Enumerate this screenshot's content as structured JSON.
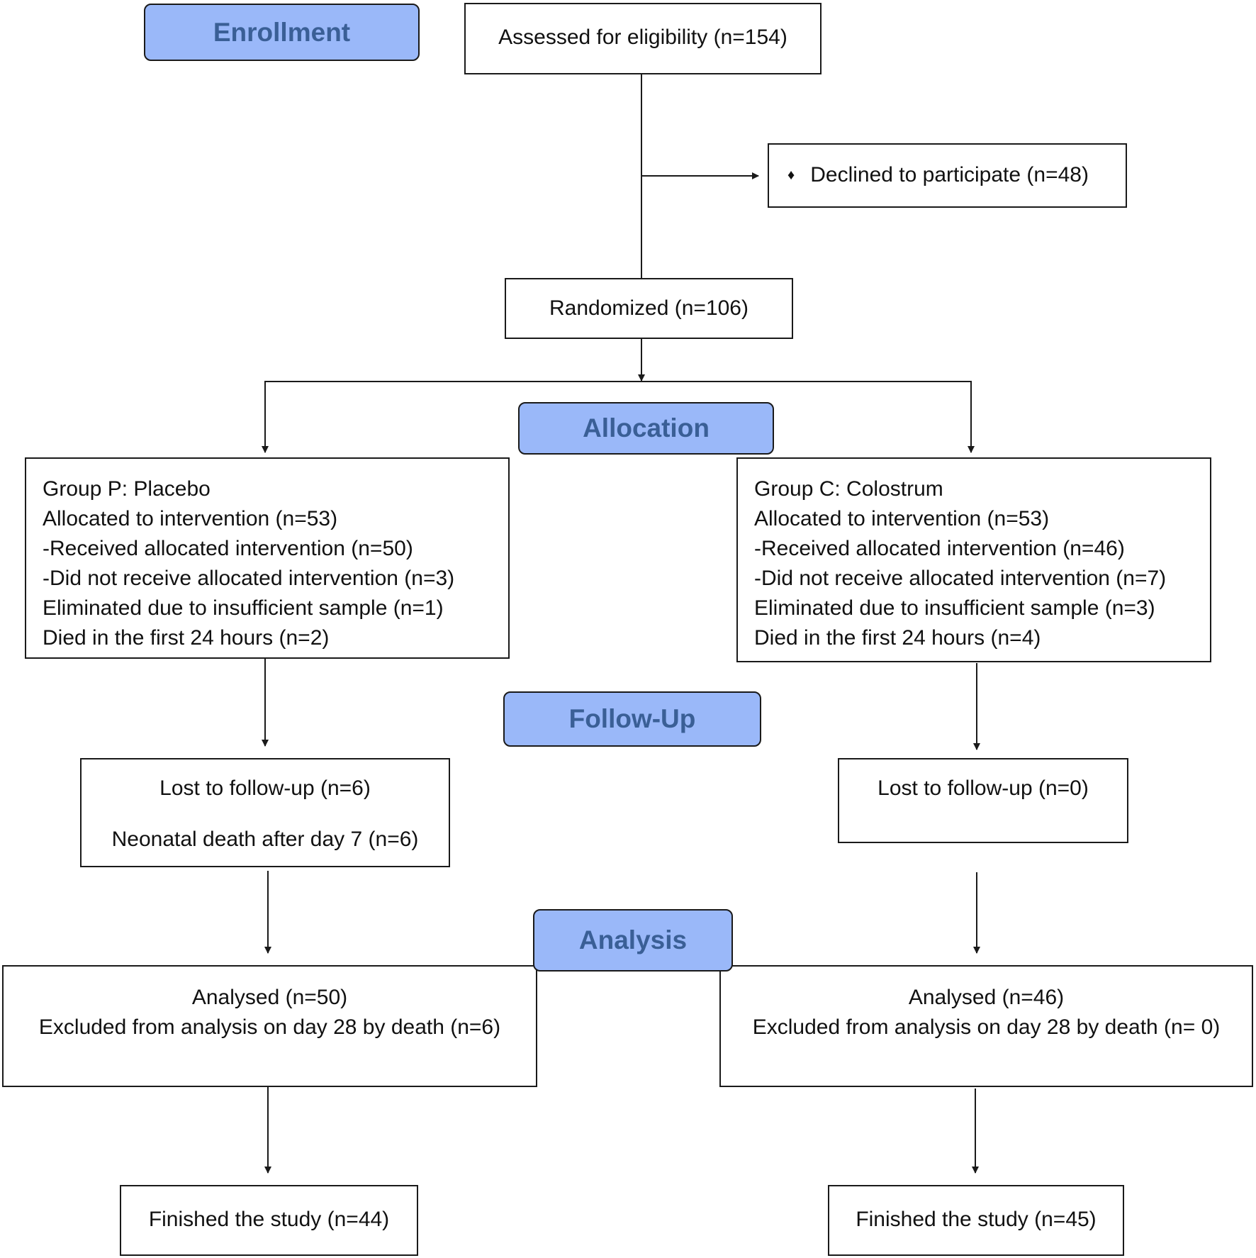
{
  "colors": {
    "phase_fill": "#9ab8f9",
    "phase_text": "#3a5f96",
    "line": "#1a1a1a"
  },
  "phases": {
    "enrollment": "Enrollment",
    "allocation": "Allocation",
    "followup": "Follow-Up",
    "analysis": "Analysis"
  },
  "enrollment": {
    "assessed": "Assessed for eligibility (n=154)",
    "declined_bullet": "♦",
    "declined": "Declined to participate (n=48)",
    "randomized": "Randomized (n=106)"
  },
  "group_p": {
    "lines": [
      "Group P: Placebo",
      "Allocated to intervention (n=53)",
      "-Received allocated intervention (n=50)",
      "-Did not receive allocated intervention (n=3)",
      "Eliminated due to insufficient sample (n=1)",
      "Died in the first 24 hours (n=2)"
    ],
    "followup": [
      "Lost to follow-up  (n=6)",
      "Neonatal death after day 7 (n=6)"
    ],
    "analysis": [
      "Analysed  (n=50)",
      "Excluded from analysis on day 28 by death (n=6)"
    ],
    "finished": "Finished the study  (n=44)"
  },
  "group_c": {
    "lines": [
      "Group C: Colostrum",
      "Allocated to intervention (n=53)",
      "-Received allocated intervention (n=46)",
      "-Did not receive allocated intervention (n=7)",
      "Eliminated due to insufficient sample (n=3)",
      "Died in the first 24 hours (n=4)"
    ],
    "followup": [
      "Lost to follow-up (n=0)"
    ],
    "analysis": [
      "Analysed  (n=46)",
      "Excluded from analysis on day 28 by death (n= 0)"
    ],
    "finished": "Finished the study  (n=45)"
  }
}
